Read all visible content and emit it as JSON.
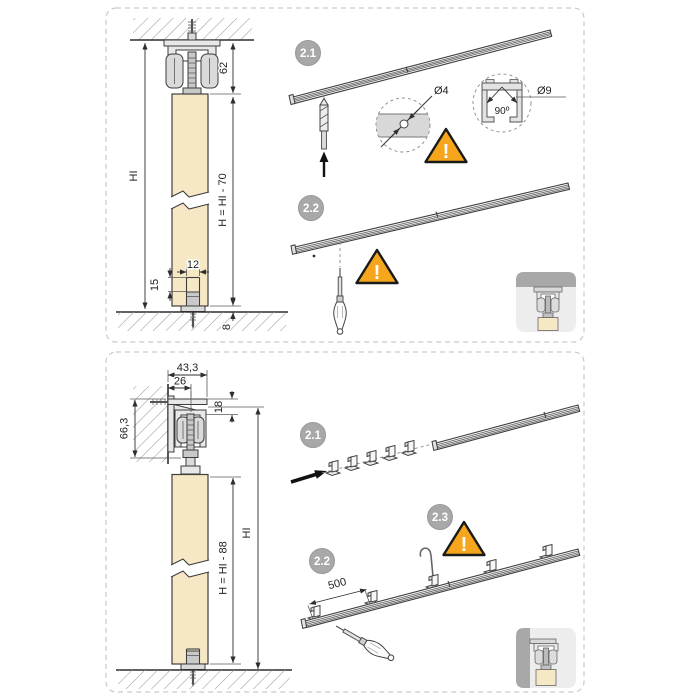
{
  "colors": {
    "warning_orange": "#F5A61D",
    "badge_gray": "#A8A8A8",
    "door_beige": "#F6E8C5",
    "hardware_gray": "#E8E8E8",
    "inset_background": "#EDEDED",
    "inset_wall_gray": "#A8A8A8",
    "line_dark": "#3D3D3D"
  },
  "top_panel": {
    "badges": {
      "step_2_1": "2.1",
      "step_2_2": "2.2"
    },
    "dimensions": {
      "ceiling_to_door": "62",
      "total_height": "HI",
      "door_height_formula": "H = HI - 70",
      "slot_width": "12",
      "slot_depth": "15",
      "floor_gap": "8"
    },
    "details": {
      "drill_diameter": "Ø4",
      "hole_diameter": "Ø9",
      "countersink_angle": "90º"
    },
    "warning_mark": "!"
  },
  "bottom_panel": {
    "badges": {
      "step_2_1": "2.1",
      "step_2_2": "2.2",
      "step_2_3": "2.3"
    },
    "dimensions": {
      "bracket_width": "43,3",
      "wall_to_center": "26",
      "bracket_height": "66,3",
      "top_offset": "18",
      "total_height": "HI",
      "door_height_formula": "H = HI - 88",
      "clip_spacing": "500"
    },
    "warning_mark": "!"
  }
}
